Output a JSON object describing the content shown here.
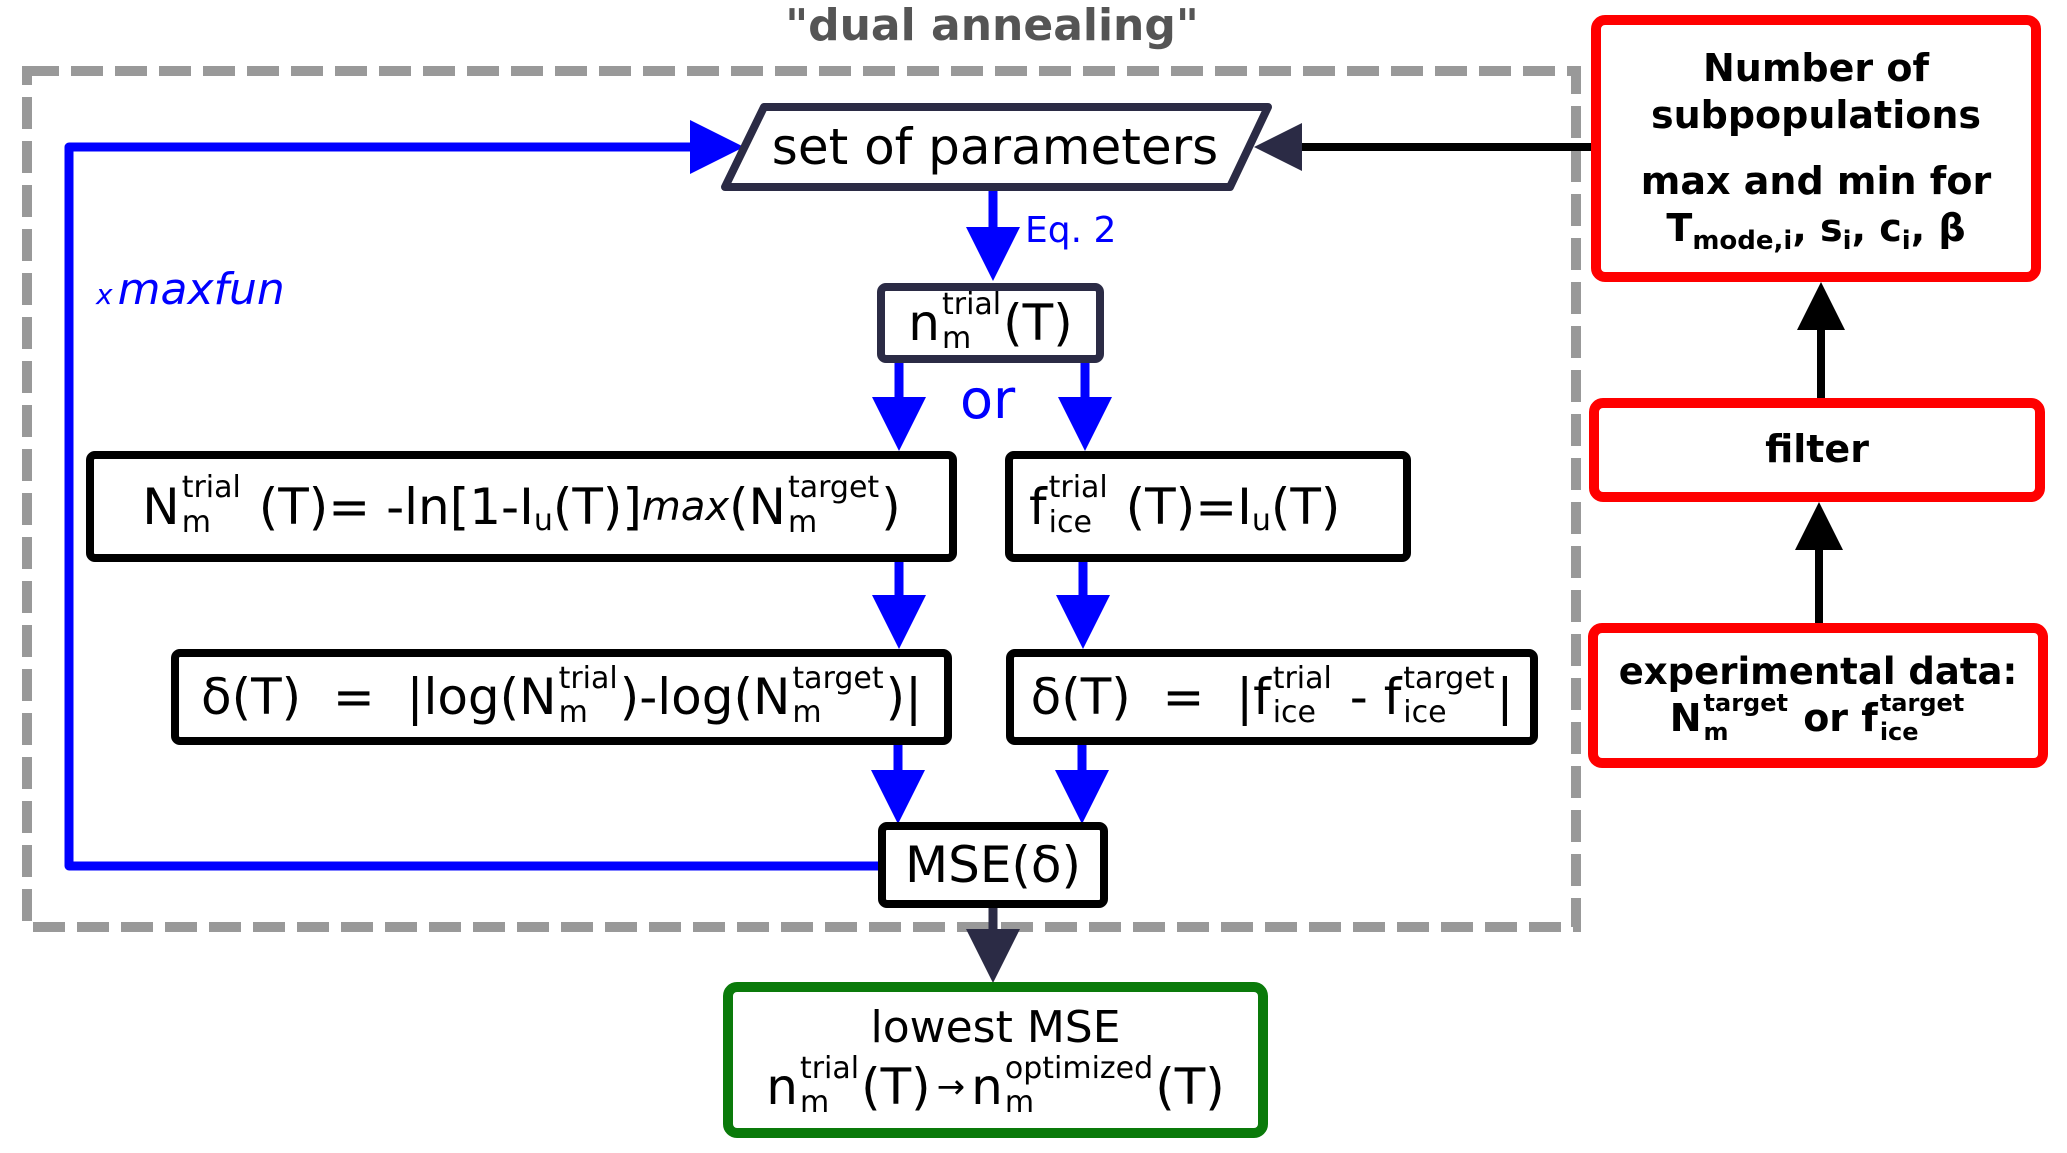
{
  "colors": {
    "loop_blue": "#0000ff",
    "dashed_gray": "#999999",
    "navy": "#2b2b45",
    "input_red": "#ff0000",
    "output_green": "#0a7a0a",
    "title_gray": "#555555"
  },
  "optimizer": {
    "title": "\"dual annealing\"",
    "loop_label_prefix": "x",
    "loop_label": "maxfun",
    "eq_label": "Eq. 2",
    "or_label": "or"
  },
  "nodes": {
    "parameters": {
      "label": "set of parameters"
    },
    "n_trial": {
      "base": "n",
      "sup": "trial",
      "sub": "m",
      "rest": "(T)"
    },
    "N_trial_eq": {
      "lhs_base": "N",
      "lhs_sup": "trial",
      "lhs_sub": "m",
      "mid": " (T)= -ln[1-I",
      "iu_sub": "u",
      "mid2": "(T)]",
      "max": "max",
      "rhs_open": "(N",
      "rhs_sup": "target",
      "rhs_sub": "m",
      "rhs_close": ")"
    },
    "f_trial_eq": {
      "lhs_base": "f",
      "lhs_sup": "trial",
      "lhs_sub": "ice",
      "mid": " (T)=I",
      "iu_sub": "u",
      "rest": "(T)"
    },
    "delta_N": {
      "pre": "δ(T)  =  |log(N",
      "sup1": "trial",
      "sub1": "m",
      "mid": ")-log(N",
      "sup2": "target",
      "sub2": "m",
      "post": ")|"
    },
    "delta_f": {
      "pre": "δ(T)  =  |f",
      "sup1": "trial",
      "sub1": "ice",
      "mid": " - f",
      "sup2": "target",
      "sub2": "ice",
      "post": "|"
    },
    "mse": {
      "label": "MSE(δ)"
    },
    "result": {
      "line1": "lowest MSE",
      "base1": "n",
      "sup1": "trial",
      "sub1": "m",
      "mid": "(T)",
      "arrow": "→",
      "base2": "n",
      "sup2": "optimized",
      "sub2": "m",
      "post": "(T)"
    }
  },
  "inputs": {
    "bounds": {
      "line1": "Number of",
      "line2": "subpopulations",
      "line3": "max and min for",
      "t_base": "T",
      "t_sub": "mode,i",
      "sep1": ", s",
      "s_sub": "i",
      "sep2": ", c",
      "c_sub": "i",
      "tail": ", β"
    },
    "filter": {
      "label": "filter"
    },
    "experimental": {
      "line1": "experimental data:",
      "N_base": "N",
      "N_sup": "target",
      "N_sub": "m",
      "or": " or ",
      "f_base": "f",
      "f_sup": "target",
      "f_sub": "ice"
    }
  }
}
